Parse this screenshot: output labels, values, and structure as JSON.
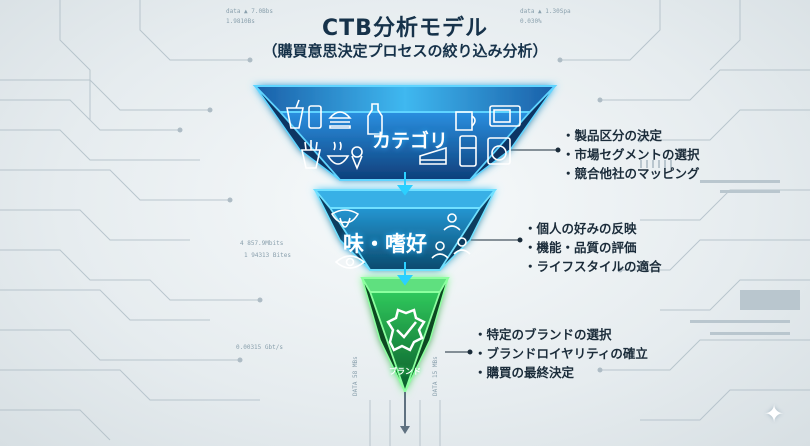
{
  "title": "CTB分析モデル",
  "subtitle": "（購買意思決定プロセスの絞り込み分析）",
  "layers": [
    {
      "label": "カテゴリ",
      "points": [
        "製品区分の決定",
        "市場セグメントの選択",
        "競合他社のマッピング"
      ],
      "color": "#1e7fd0"
    },
    {
      "label": "味・嗜好",
      "points": [
        "個人の好みの反映",
        "機能・品質の評価",
        "ライフスタイルの適合"
      ],
      "color": "#1a8fc8"
    },
    {
      "label": "ブランド",
      "points": [
        "特定のブランドの選択",
        "ブランドロイヤリティの確立",
        "購買の最終決定"
      ],
      "color": "#1fb64e"
    }
  ],
  "icons": {
    "category": [
      "drink-cup-icon",
      "can-icon",
      "burger-icon",
      "bottle-icon",
      "fries-icon",
      "bowl-icon",
      "ice-cream-icon",
      "kettle-icon",
      "microwave-icon",
      "fridge-icon",
      "washing-machine-icon",
      "cake-icon"
    ],
    "taste": [
      "tongue-icon",
      "eye-icon",
      "people-icon"
    ],
    "brand": [
      "check-badge-icon"
    ]
  },
  "decorations": {
    "top_left_1": "data ▲ 7.0Bbs",
    "top_left_2": "1.9810Bs",
    "top_right_1": "data ▲ 1.30Spa",
    "top_right_2": "0.030%",
    "mid_left_1": "4 857.9Mbits",
    "mid_left_2": "1 94313 Bites",
    "low_left": "0.00315 Gbt/s",
    "bottom_1": "DATA 58 MBs",
    "bottom_2": "DATA 15 MBs"
  },
  "accent": "#2bd0ff"
}
